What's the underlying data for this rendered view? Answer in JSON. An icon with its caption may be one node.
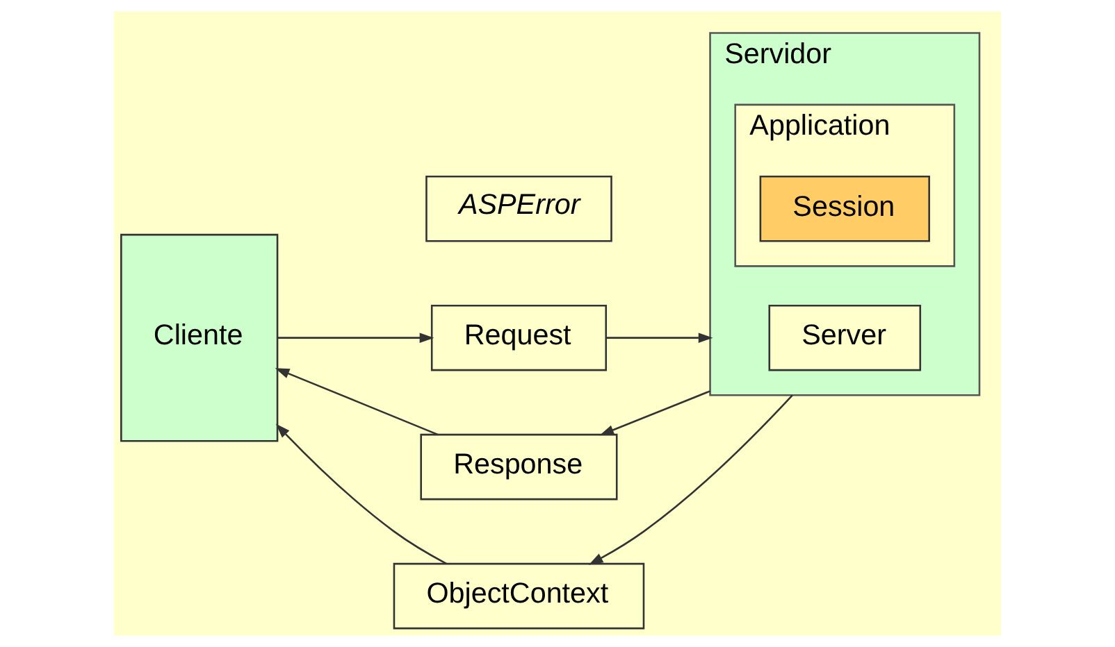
{
  "diagram": {
    "nodes": [
      {
        "text": [
          "Cliente"
        ]
      },
      {
        "text": [
          "Response"
        ]
      },
      {
        "text": [
          "Request"
        ]
      },
      {
        "text": [
          "ObjectContext"
        ]
      },
      {
        "text": [
          "ASPError"
        ]
      },
      {
        "text": [
          "Servidor"
        ]
      },
      {
        "text": [
          "Server"
        ],
        "in": 5
      },
      {
        "text": [
          "Application"
        ],
        "in": 5
      },
      {
        "text": [
          "Session"
        ],
        "in": 7
      }
    ],
    "edges": [
      {
        "from": 5,
        "to": 1,
        "arrow": "to"
      },
      {
        "from": 1,
        "to": 0,
        "arrow": "to"
      },
      {
        "from": 0,
        "to": 2,
        "arrow": "to"
      },
      {
        "from": 2,
        "to": 5,
        "arrow": "to"
      },
      {
        "from": 5,
        "to": 3,
        "arrow": "to"
      },
      {
        "from": 3,
        "to": 0,
        "arrow": "to"
      }
    ]
  }
}
